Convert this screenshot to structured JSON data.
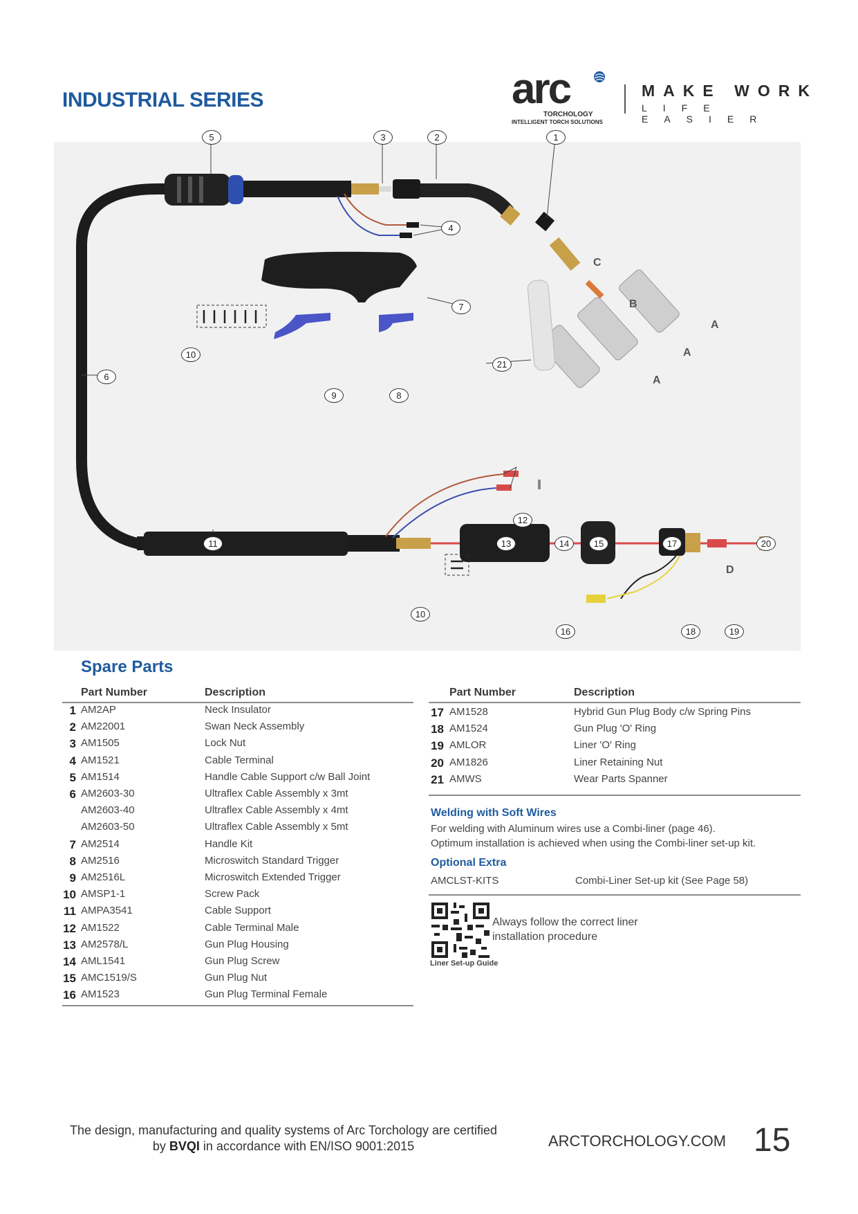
{
  "header": {
    "series_title": "INDUSTRIAL SERIES",
    "logo_word": "arc",
    "logo_sub": "TORCHOLOGY",
    "logo_sub2": "INTELLIGENT TORCH SOLUTIONS",
    "tagline_1": "MAKE WORK",
    "tagline_2": "LIFE EASIER"
  },
  "diagram": {
    "callouts": [
      "1",
      "2",
      "3",
      "4",
      "5",
      "6",
      "7",
      "8",
      "9",
      "10",
      "11",
      "12",
      "13",
      "14",
      "15",
      "16",
      "17",
      "18",
      "19",
      "20",
      "21",
      "10"
    ],
    "letters": [
      "C",
      "B",
      "A",
      "A",
      "A",
      "D"
    ]
  },
  "spare_parts": {
    "title": "Spare Parts",
    "col_part": "Part Number",
    "col_desc": "Description",
    "left_rows": [
      {
        "num": "1",
        "part": "AM2AP",
        "desc": "Neck Insulator"
      },
      {
        "num": "2",
        "part": "AM22001",
        "desc": "Swan Neck Assembly"
      },
      {
        "num": "3",
        "part": "AM1505",
        "desc": "Lock Nut"
      },
      {
        "num": "4",
        "part": "AM1521",
        "desc": "Cable Terminal"
      },
      {
        "num": "5",
        "part": "AM1514",
        "desc": "Handle Cable Support c/w Ball Joint"
      },
      {
        "num": "6",
        "part": "AM2603-30",
        "desc": "Ultraflex Cable Assembly x 3mt"
      },
      {
        "num": "",
        "part": "AM2603-40",
        "desc": "Ultraflex Cable Assembly x 4mt"
      },
      {
        "num": "",
        "part": "AM2603-50",
        "desc": "Ultraflex Cable Assembly x 5mt"
      },
      {
        "num": "7",
        "part": "AM2514",
        "desc": "Handle Kit"
      },
      {
        "num": "8",
        "part": "AM2516",
        "desc": "Microswitch Standard Trigger"
      },
      {
        "num": "9",
        "part": "AM2516L",
        "desc": "Microswitch Extended Trigger"
      },
      {
        "num": "10",
        "part": "AMSP1-1",
        "desc": "Screw Pack"
      },
      {
        "num": "11",
        "part": "AMPA3541",
        "desc": "Cable Support"
      },
      {
        "num": "12",
        "part": "AM1522",
        "desc": "Cable Terminal Male"
      },
      {
        "num": "13",
        "part": "AM2578/L",
        "desc": "Gun Plug Housing"
      },
      {
        "num": "14",
        "part": "AML1541",
        "desc": "Gun Plug Screw"
      },
      {
        "num": "15",
        "part": "AMC1519/S",
        "desc": "Gun Plug Nut"
      },
      {
        "num": "16",
        "part": "AM1523",
        "desc": "Gun Plug Terminal Female"
      }
    ],
    "right_rows": [
      {
        "num": "17",
        "part": "AM1528",
        "desc": "Hybrid Gun Plug Body c/w Spring Pins"
      },
      {
        "num": "18",
        "part": "AM1524",
        "desc": "Gun Plug 'O' Ring"
      },
      {
        "num": "19",
        "part": "AMLOR",
        "desc": "Liner 'O' Ring"
      },
      {
        "num": "20",
        "part": "AM1826",
        "desc": "Liner Retaining Nut"
      },
      {
        "num": "21",
        "part": "AMWS",
        "desc": "Wear Parts Spanner"
      }
    ]
  },
  "soft_wires": {
    "title": "Welding with Soft Wires",
    "line1": "For welding with Aluminum wires use a Combi-liner (page 46).",
    "line2": "Optimum installation is achieved when using the Combi-liner set-up kit."
  },
  "optional_extra": {
    "title": "Optional Extra",
    "part": "AMCLST-KITS",
    "desc": "Combi-Liner Set-up kit (See Page 58)"
  },
  "qr": {
    "text": "Always follow the correct liner installation procedure",
    "caption": "Liner Set-up Guide"
  },
  "footer": {
    "line1": "The design, manufacturing and quality systems of Arc Torchology are certified",
    "line2_pre": "by ",
    "line2_bold": "BVQI",
    "line2_post": " in accordance with EN/ISO 9001:2015",
    "website": "ARCTORCHOLOGY.COM",
    "page_number": "15"
  },
  "colors": {
    "accent": "#1f5b9e",
    "diagram_bg": "#f1f1f1",
    "cable": "#1a1a1a",
    "trigger_blue": "#4a55c8",
    "brass": "#c8a04a"
  }
}
